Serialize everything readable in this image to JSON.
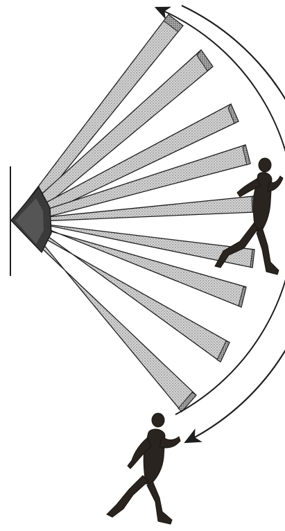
{
  "figure": {
    "subject": "motion-sensor-detection-zones",
    "zone_count": 9,
    "person_count": 2,
    "colors": {
      "ink": "#1e1e1e",
      "zone_fill": "#bdbdbd",
      "zone_end_fill": "#8f8f8f",
      "figure_fill": "#2a2420",
      "background": "#ffffff"
    }
  }
}
